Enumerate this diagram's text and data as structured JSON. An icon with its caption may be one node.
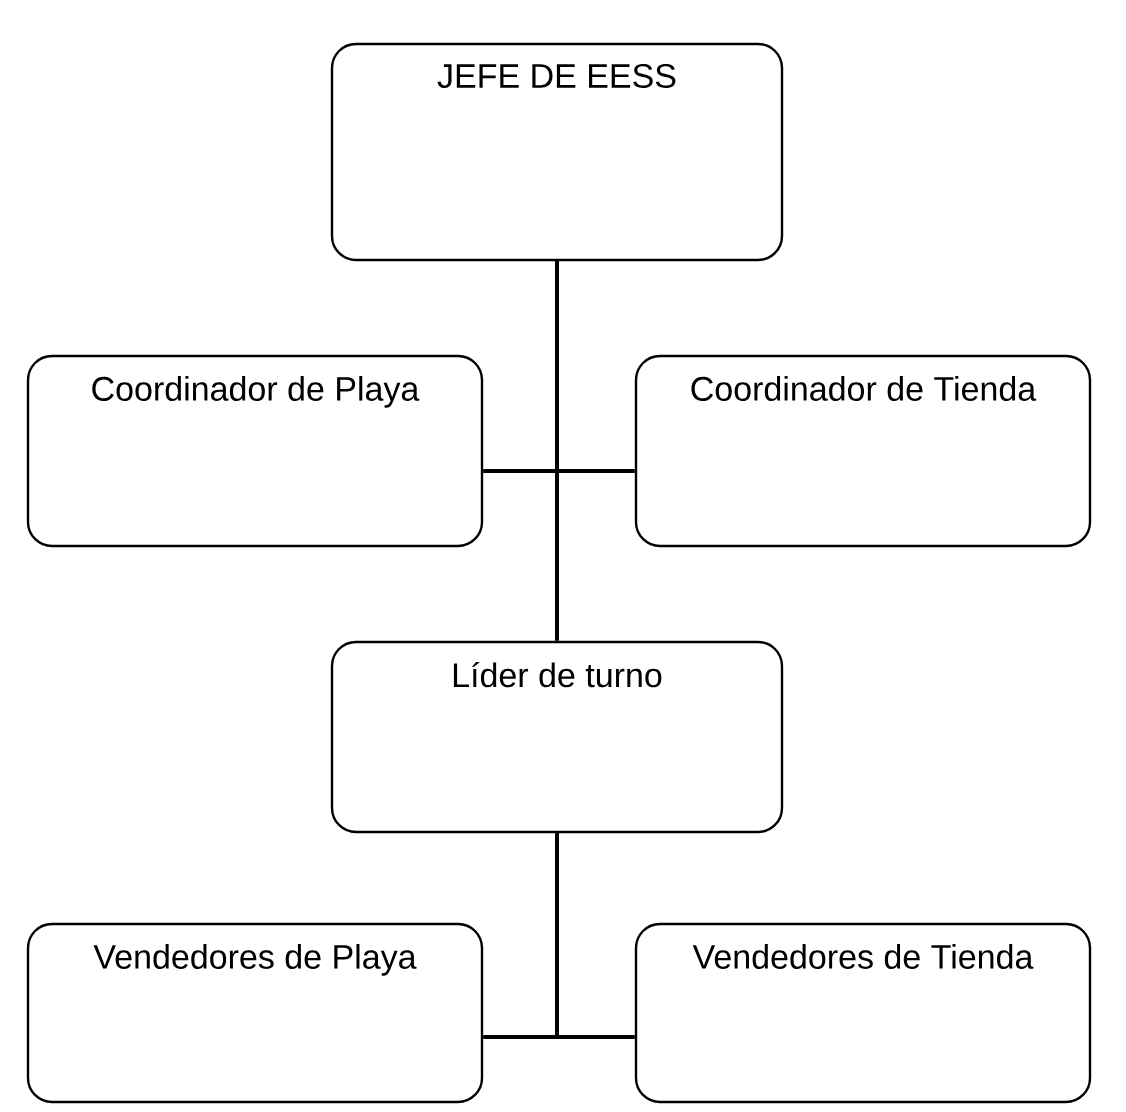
{
  "diagram": {
    "nodes": [
      {
        "text": [
          "JEFE DE EESS"
        ]
      },
      {
        "text": [
          "Coordinador de Playa"
        ]
      },
      {
        "text": [
          "Coordinador de Tienda"
        ]
      },
      {
        "text": [
          "Líder de turno"
        ]
      },
      {
        "text": [
          "Vendedores de Playa"
        ]
      },
      {
        "text": [
          "Vendedores de Tienda"
        ]
      }
    ],
    "edges": [
      {
        "from": 0,
        "to": 1,
        "arrow": "none"
      },
      {
        "from": 0,
        "to": 2,
        "arrow": "none"
      },
      {
        "from": 0,
        "to": 3,
        "arrow": "none"
      },
      {
        "from": 3,
        "to": 4,
        "arrow": "none"
      },
      {
        "from": 3,
        "to": 5,
        "arrow": "none"
      }
    ]
  }
}
